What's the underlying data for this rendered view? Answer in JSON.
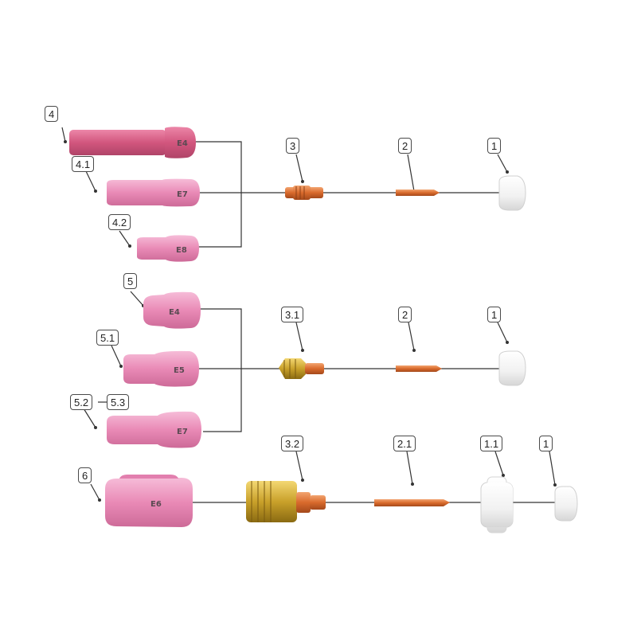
{
  "labels": {
    "cup_4": "4",
    "cup_4_1": "4.1",
    "cup_4_2": "4.2",
    "collet_body_3": "3",
    "collet_2_top": "2",
    "back_cap_1_top": "1",
    "cup_5": "5",
    "cup_5_1": "5.1",
    "cup_5_2": "5.2",
    "cup_5_3": "5.3",
    "gas_lens_3_1": "3.1",
    "collet_2_mid": "2",
    "back_cap_1_mid": "1",
    "cup_6": "6",
    "gas_lens_3_2": "3.2",
    "collet_2_1": "2.1",
    "insulator_1_1": "1.1",
    "back_cap_1_bottom": "1"
  },
  "colors": {
    "ceramic_pink": "#e98ab6",
    "ceramic_dark_pink": "#d2567e",
    "copper": "#d96a2c",
    "brass": "#c9a12a",
    "white_part": "#f3f3f3",
    "line": "#333333"
  }
}
